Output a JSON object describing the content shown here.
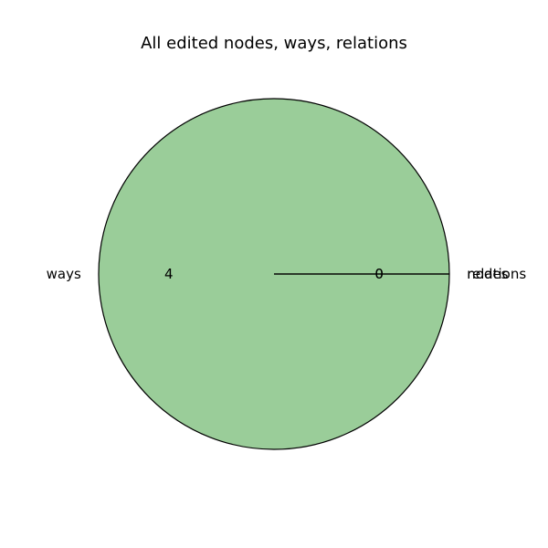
{
  "chart_data": {
    "type": "pie",
    "title": "All edited nodes, ways, relations",
    "slices": [
      {
        "label": "nodes",
        "value": 0,
        "display": "0",
        "color": "#9ACD99"
      },
      {
        "label": "ways",
        "value": 4,
        "display": "4",
        "color": "#9ACD99"
      },
      {
        "label": "relations",
        "value": 0,
        "display": "0",
        "color": "#9ACD99"
      }
    ],
    "edge_color": "#000000"
  }
}
